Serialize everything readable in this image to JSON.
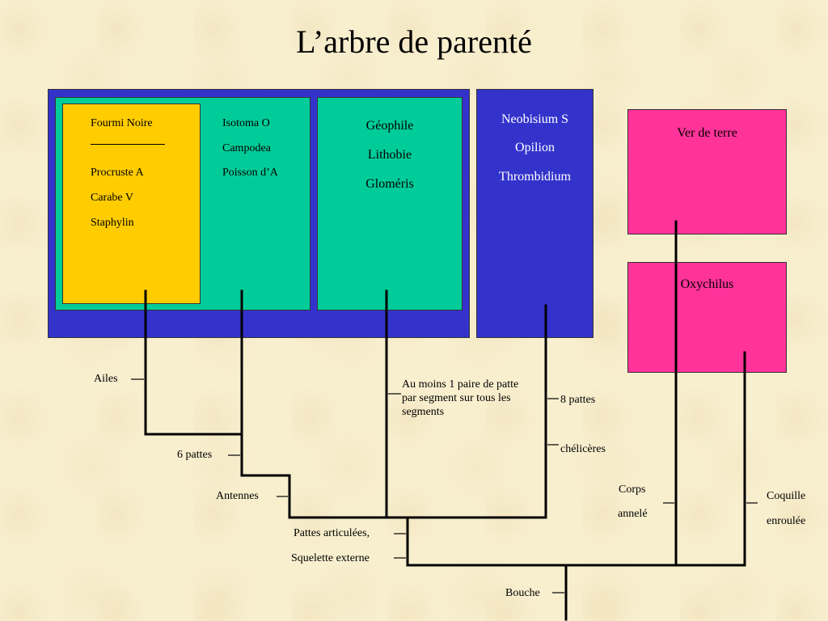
{
  "title": "L’arbre de parenté",
  "groups": {
    "insects_a": {
      "header": "Fourmi Noire",
      "items": [
        "Procruste A",
        "Carabe V",
        "Staphylin"
      ]
    },
    "insects_b": {
      "items": [
        "Isotoma O",
        "Campodea",
        "Poisson d’A"
      ]
    },
    "myriapods": {
      "items": [
        "Géophile",
        "Lithobie",
        "Gloméris"
      ]
    },
    "arachnids": {
      "items": [
        "Neobisium S",
        "Opilion",
        "Thrombidium"
      ]
    },
    "worm": {
      "items": [
        "Ver de terre"
      ]
    },
    "snail": {
      "items": [
        "Oxychilus"
      ]
    }
  },
  "characters": {
    "ailes": "Ailes",
    "six_pattes": "6 pattes",
    "antennes": "Antennes",
    "pattes_articulees": "Pattes articulées,",
    "squelette": "Squelette externe",
    "bouche": "Bouche",
    "paire_patte": "Au moins 1 paire de patte par segment sur tous les segments",
    "huit_pattes": "8 pattes",
    "chelicere": "chélicères",
    "corps": "Corps",
    "annele": "annelé",
    "coquille": "Coquille",
    "enroulee": "enroulée"
  },
  "colors": {
    "blue": "#3333cc",
    "green": "#00cc99",
    "yellow": "#ffcc00",
    "pink": "#ff3399"
  }
}
